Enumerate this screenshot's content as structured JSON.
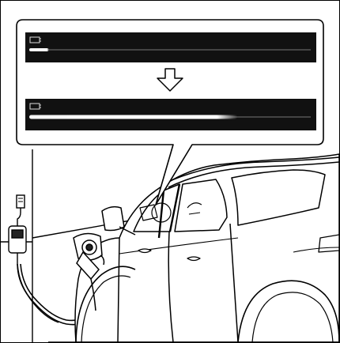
{
  "callout": {
    "before": {
      "charge_level": 0.07,
      "icon": "battery-charge-icon"
    },
    "arrow": {
      "icon": "down-arrow-icon"
    },
    "after": {
      "charge_level": 0.74,
      "icon": "battery-charge-icon"
    }
  },
  "scene": {
    "charger": "wall-charger",
    "vehicle": "suv-side-view",
    "connector": "charging-inlet-plug"
  },
  "colors": {
    "display_bg": "#111111",
    "line": "#000000",
    "glow": "#ffffff",
    "background": "#ffffff"
  }
}
